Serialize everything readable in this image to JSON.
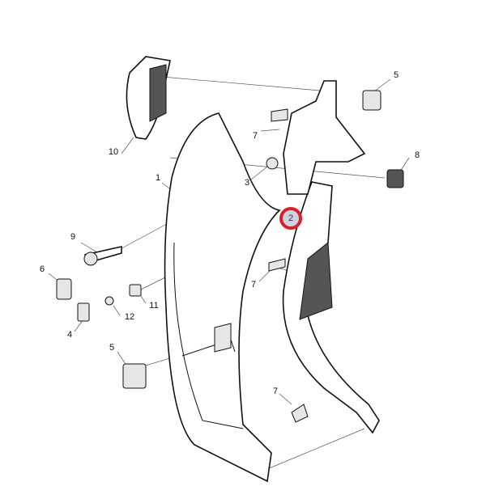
{
  "diagram": {
    "callouts": [
      {
        "id": "c10",
        "text": "10"
      },
      {
        "id": "c5a",
        "text": "5"
      },
      {
        "id": "c7a",
        "text": "7"
      },
      {
        "id": "c8",
        "text": "8"
      },
      {
        "id": "c3",
        "text": "3"
      },
      {
        "id": "c1",
        "text": "1"
      },
      {
        "id": "c9",
        "text": "9"
      },
      {
        "id": "c2",
        "text": "2",
        "highlighted": true
      },
      {
        "id": "c6",
        "text": "6"
      },
      {
        "id": "c7b",
        "text": "7"
      },
      {
        "id": "c11",
        "text": "11"
      },
      {
        "id": "c12",
        "text": "12"
      },
      {
        "id": "c4",
        "text": "4"
      },
      {
        "id": "c5b",
        "text": "5"
      },
      {
        "id": "c7c",
        "text": "7"
      }
    ],
    "highlight_color": "#e01c24"
  }
}
